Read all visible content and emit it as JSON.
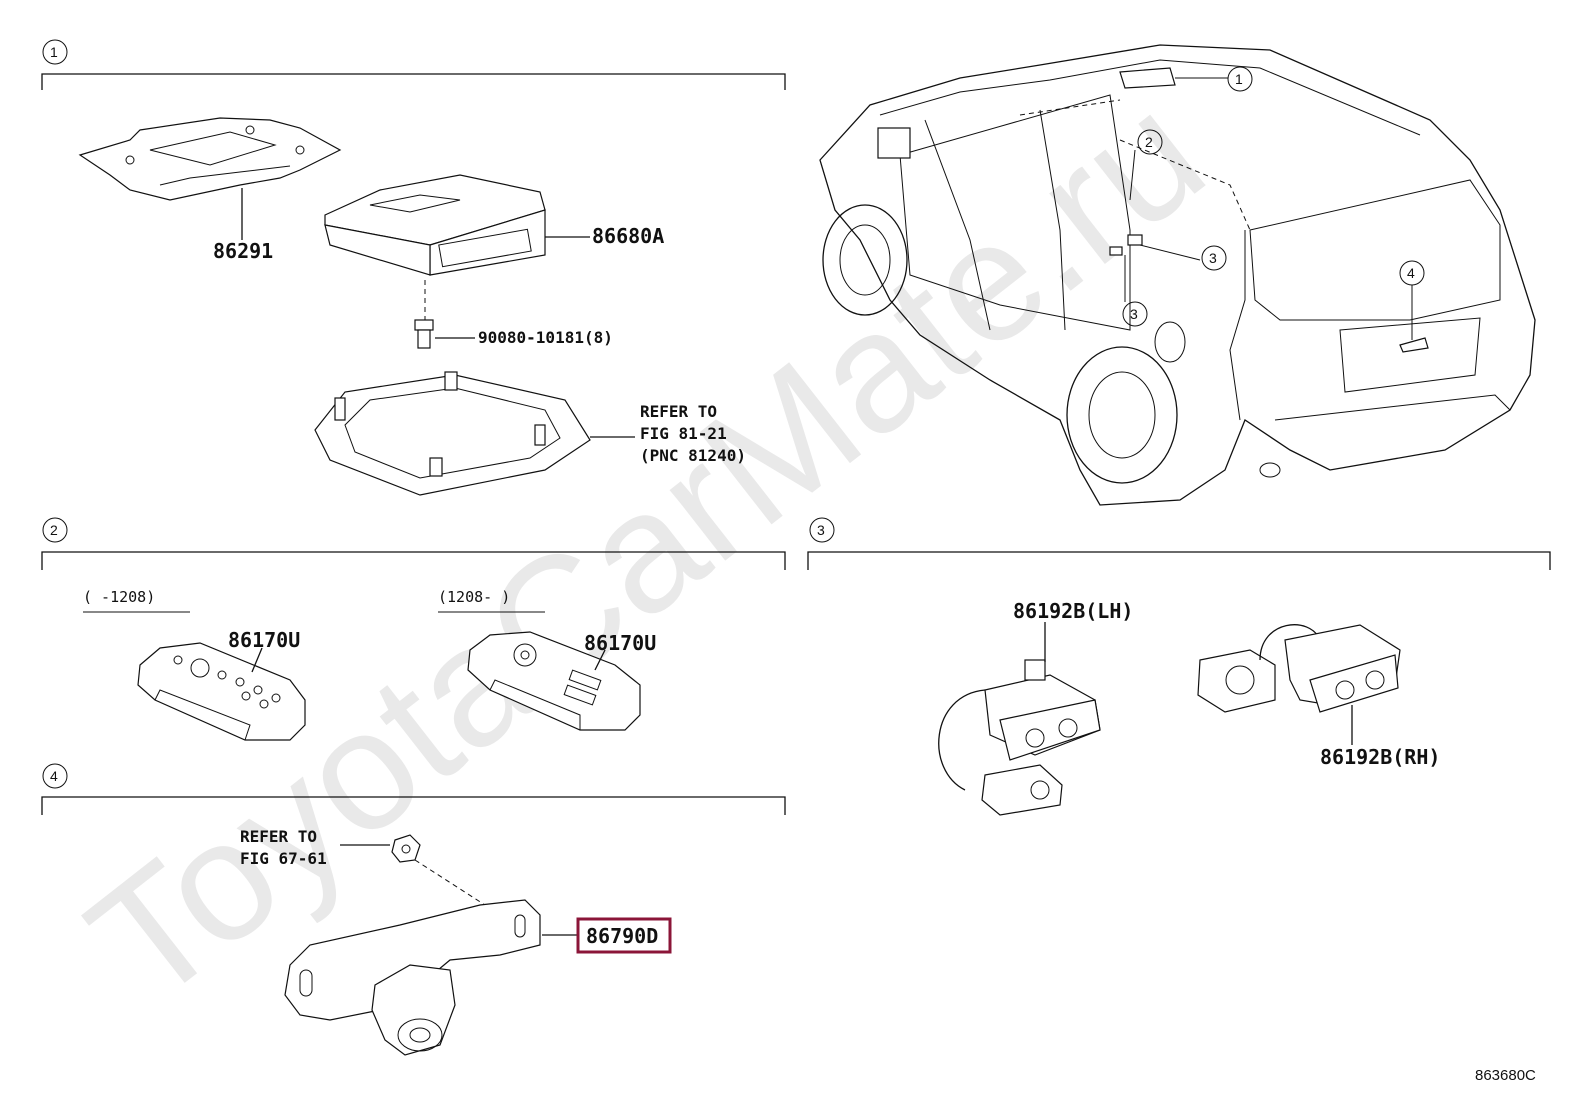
{
  "watermark": "ToyotaCarMate.ru",
  "figure_code": "863680C",
  "sections": [
    {
      "num": "1"
    },
    {
      "num": "2"
    },
    {
      "num": "3"
    },
    {
      "num": "4"
    }
  ],
  "callouts": [
    "1",
    "2",
    "3",
    "3",
    "4"
  ],
  "section1": {
    "bracket_label": "86291",
    "display_label": "86680A",
    "bolt_label": "90080-10181(8)",
    "refer_line1": "REFER TO",
    "refer_line2": "FIG 81-21",
    "refer_line3": "(PNC 81240)"
  },
  "section2": {
    "range_left": "(     -1208)",
    "range_right": "(1208-     )",
    "remote_left_label": "86170U",
    "remote_right_label": "86170U"
  },
  "section3": {
    "jack_lh_label": "86192B(LH)",
    "jack_rh_label": "86192B(RH)"
  },
  "section4": {
    "refer_line1": "REFER TO",
    "refer_line2": "FIG 67-61",
    "camera_label": "86790D"
  },
  "colors": {
    "highlight": "#8b1538",
    "ink": "#111111",
    "watermark": "#e9e9e9"
  }
}
